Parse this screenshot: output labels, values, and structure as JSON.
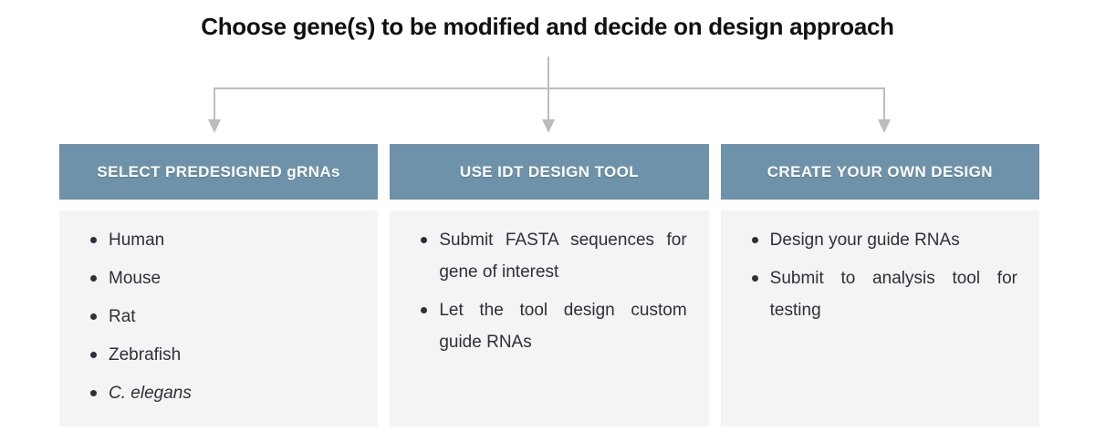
{
  "title": "Choose gene(s) to be modified and decide on design approach",
  "colors": {
    "header_bg": "#6E92A9",
    "header_text": "#FFFFFF",
    "body_bg": "#F4F4F4",
    "arrow": "#BDBDBD",
    "list_text": "#2D3038",
    "title_text": "#111111"
  },
  "columns": [
    {
      "header": "SELECT PREDESIGNED gRNAs",
      "items": [
        {
          "text": "Human"
        },
        {
          "text": "Mouse"
        },
        {
          "text": "Rat"
        },
        {
          "text": "Zebrafish"
        },
        {
          "text": "C. elegans",
          "italic": true
        }
      ]
    },
    {
      "header": "USE IDT DESIGN TOOL",
      "items": [
        {
          "text": "Submit FASTA sequences for gene of interest"
        },
        {
          "text": "Let the tool design custom guide RNAs"
        }
      ]
    },
    {
      "header": "CREATE YOUR OWN DESIGN",
      "items": [
        {
          "text": "Design your guide RNAs"
        },
        {
          "text": "Submit to analysis tool for testing"
        }
      ]
    }
  ]
}
